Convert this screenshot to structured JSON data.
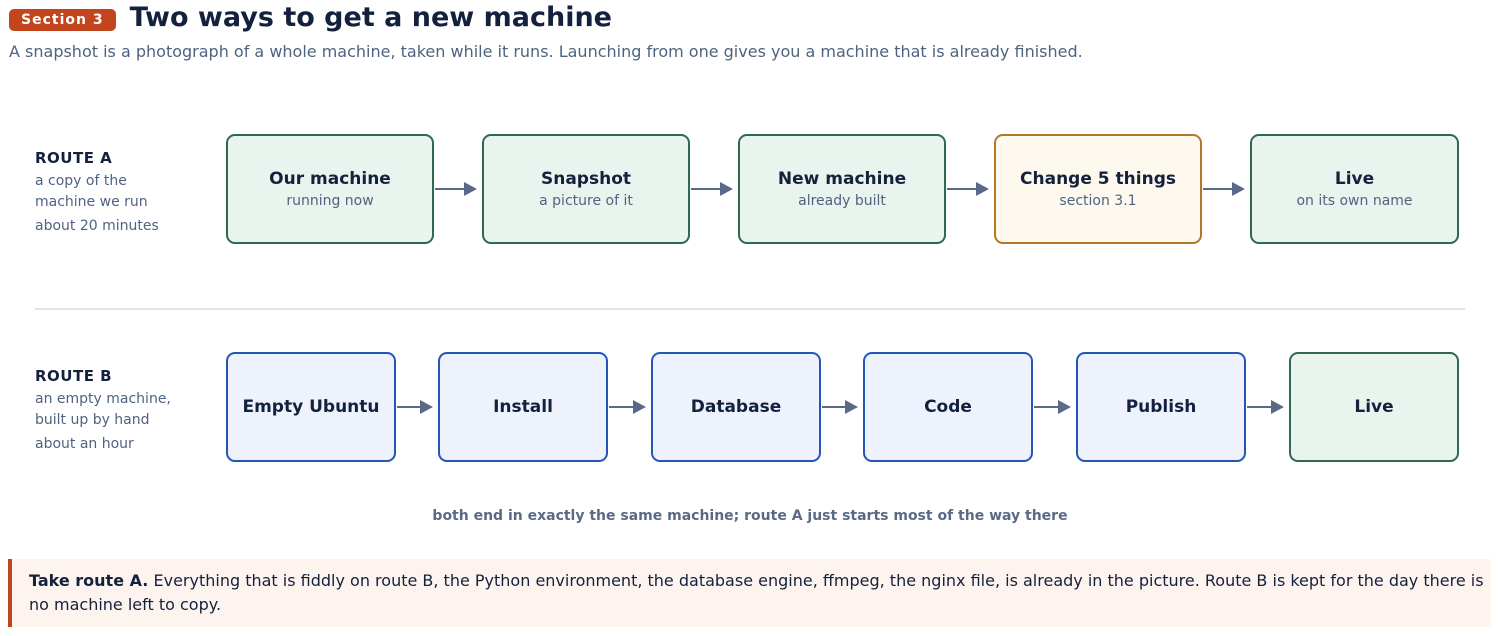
{
  "header": {
    "badge": "Section 3",
    "title": "Two ways to get a new machine",
    "subtitle": "A snapshot is a photograph of a whole machine, taken while it runs. Launching from one gives you a machine that is already finished."
  },
  "routes": [
    {
      "name": "ROUTE A",
      "description": "a copy of the machine we run",
      "time": "about 20 minutes",
      "nodes": [
        {
          "title": "Our machine",
          "subtitle": "running now",
          "style": "green"
        },
        {
          "title": "Snapshot",
          "subtitle": "a picture of it",
          "style": "green"
        },
        {
          "title": "New machine",
          "subtitle": "already built",
          "style": "green"
        },
        {
          "title": "Change 5 things",
          "subtitle": "section 3.1",
          "style": "amber"
        },
        {
          "title": "Live",
          "subtitle": "on its own name",
          "style": "green"
        }
      ]
    },
    {
      "name": "ROUTE B",
      "description": "an empty machine, built up by hand",
      "time": "about an hour",
      "nodes": [
        {
          "title": "Empty Ubuntu",
          "style": "blue"
        },
        {
          "title": "Install",
          "style": "blue"
        },
        {
          "title": "Database",
          "style": "blue"
        },
        {
          "title": "Code",
          "style": "blue"
        },
        {
          "title": "Publish",
          "style": "blue"
        },
        {
          "title": "Live",
          "style": "green"
        }
      ]
    }
  ],
  "footnote": "both end in exactly the same machine; route A just starts most of the way there",
  "callout": {
    "lead": "Take route A.",
    "body": "Everything that is fiddly on route B, the Python environment, the database engine, ffmpeg, the nginx file, is already in the picture. Route B is kept for the day there is no machine left to copy."
  },
  "colors": {
    "accent": "#c2451e",
    "green_border": "#2d6a4f",
    "amber_border": "#b5762a",
    "blue_border": "#2456b8",
    "arrow": "#5a6a86"
  }
}
